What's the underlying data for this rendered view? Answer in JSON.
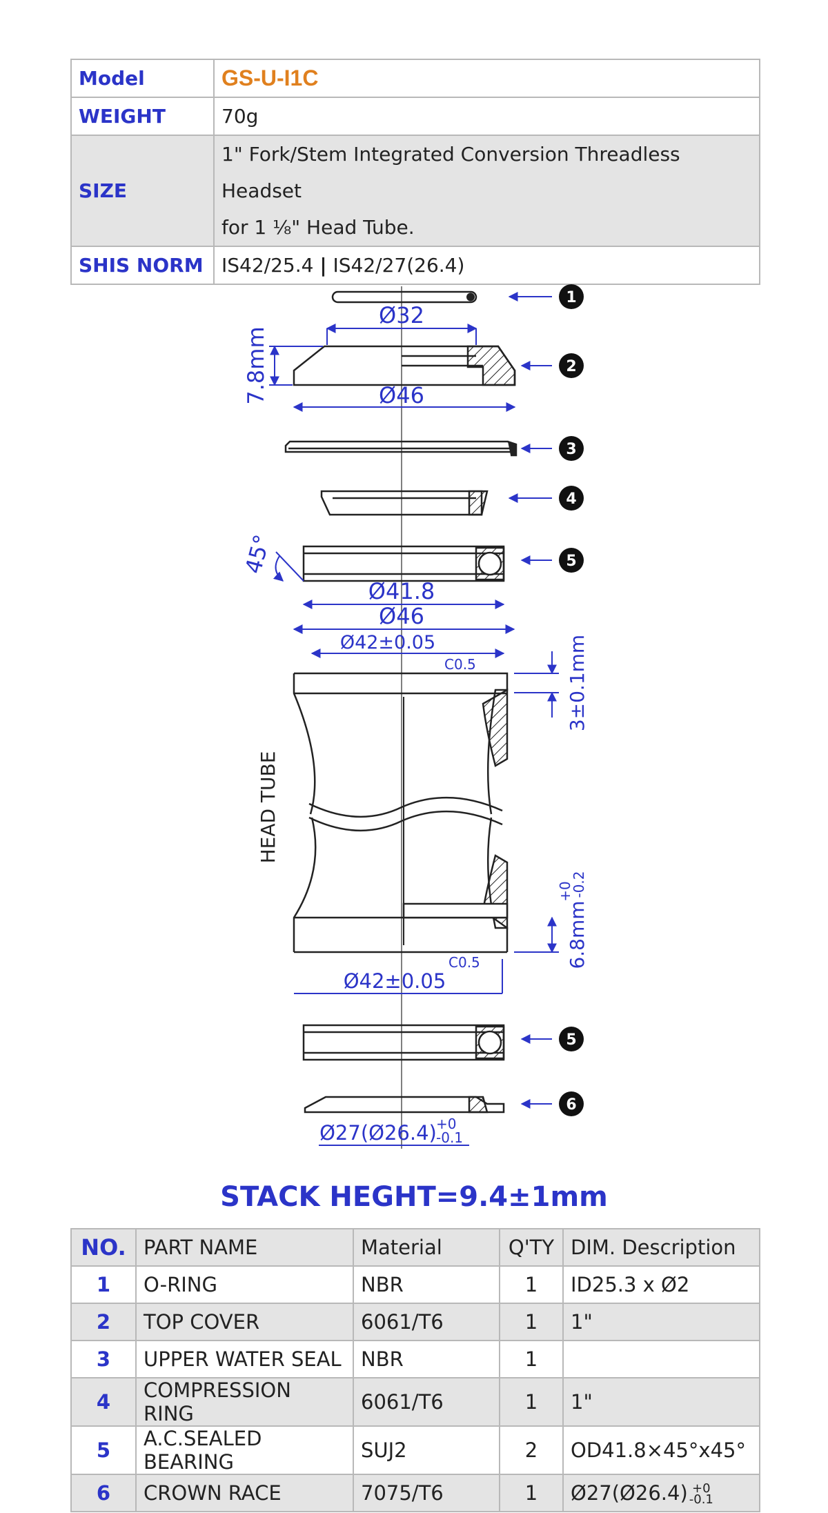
{
  "spec": {
    "model_label": "Model",
    "model_value": "GS-U-I1C",
    "weight_label": "WEIGHT",
    "weight_value": "70g",
    "size_label": "SIZE",
    "size_line1": "1\" Fork/Stem Integrated Conversion Threadless Headset",
    "size_line2": "for 1 ⅛\" Head Tube.",
    "norm_label": "SHIS NORM",
    "norm_a": "IS42/25.4",
    "norm_sep": "|",
    "norm_b": "IS42/27(26.4)"
  },
  "drawing": {
    "dim_32": "Ø32",
    "dim_7_8": "7.8mm",
    "dim_46_top": "Ø46",
    "angle_45": "45°",
    "dim_41_8": "Ø41.8",
    "dim_46_tube": "Ø46",
    "dim_42_top": "Ø42±0.05",
    "chamfer_top": "C0.5",
    "dim_3": "3±0.1mm",
    "head_tube": "HEAD TUBE",
    "dim_6_8": "6.8mm",
    "tol_6_8_upper": "+0",
    "tol_6_8_lower": "-0.2",
    "dim_42_bottom": "Ø42±0.05",
    "chamfer_bottom": "C0.5",
    "dim_27": "Ø27(Ø26.4)",
    "tol_27_upper": "+0",
    "tol_27_lower": "-0.1",
    "callouts": [
      "1",
      "2",
      "3",
      "4",
      "5",
      "5",
      "6"
    ]
  },
  "stack_height": "STACK HEGHT=9.4±1mm",
  "parts": {
    "headers": [
      "NO.",
      "PART NAME",
      "Material",
      "Q'TY",
      "DIM. Description"
    ],
    "rows": [
      {
        "no": "1",
        "name": "O-RING",
        "material": "NBR",
        "qty": "1",
        "dim": "ID25.3 x Ø2"
      },
      {
        "no": "2",
        "name": "TOP COVER",
        "material": "6061/T6",
        "qty": "1",
        "dim": "1\""
      },
      {
        "no": "3",
        "name": "UPPER WATER SEAL",
        "material": "NBR",
        "qty": "1",
        "dim": ""
      },
      {
        "no": "4",
        "name": "COMPRESSION RING",
        "material": "6061/T6",
        "qty": "1",
        "dim": "1\""
      },
      {
        "no": "5",
        "name": "A.C.SEALED BEARING",
        "material": "SUJ2",
        "qty": "2",
        "dim": "OD41.8×45°x45°"
      },
      {
        "no": "6",
        "name": "CROWN RACE",
        "material": "7075/T6",
        "qty": "1",
        "dim": "Ø27(Ø26.4)",
        "dim_tol_upper": "+0",
        "dim_tol_lower": "-0.1"
      }
    ]
  },
  "colors": {
    "accent": "#2b34c8",
    "model": "#e0801e",
    "row_shade": "#e4e4e4"
  }
}
